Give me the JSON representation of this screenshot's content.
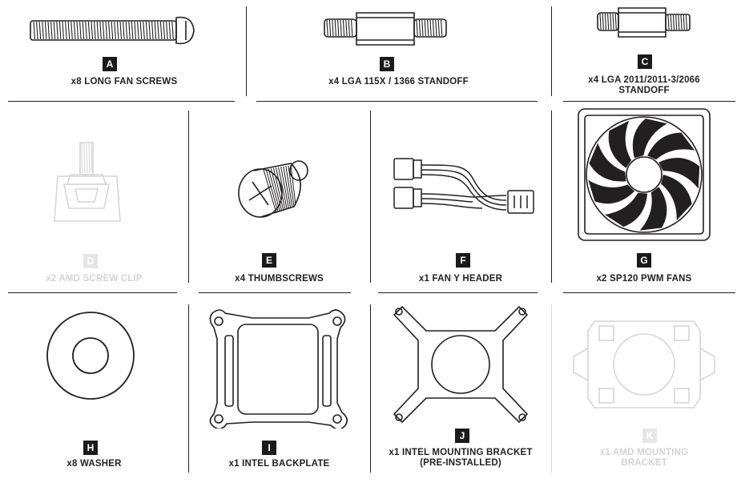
{
  "parts": [
    {
      "letter": "A",
      "label": "x8 LONG FAN SCREWS",
      "icon": "long-fan-screw-icon"
    },
    {
      "letter": "B",
      "label": "x4 LGA 115X / 1366 STANDOFF",
      "icon": "lga-115x-standoff-icon"
    },
    {
      "letter": "C",
      "label_lines": [
        "x4 LGA 2011/2011-3/2066",
        "STANDOFF"
      ],
      "icon": "lga-2011-standoff-icon"
    },
    {
      "letter": "D",
      "label": "x2 AMD SCREW CLIP",
      "icon": "amd-screw-clip-icon",
      "dimmed": true
    },
    {
      "letter": "E",
      "label": "x4 THUMBSCREWS",
      "icon": "thumbscrew-icon"
    },
    {
      "letter": "F",
      "label": "x1 FAN Y HEADER",
      "icon": "fan-y-header-icon"
    },
    {
      "letter": "G",
      "label": "x2 SP120 PWM FANS",
      "icon": "fan-icon"
    },
    {
      "letter": "H",
      "label": "x8 WASHER",
      "icon": "washer-icon"
    },
    {
      "letter": "I",
      "label": "x1 INTEL BACKPLATE",
      "icon": "intel-backplate-icon"
    },
    {
      "letter": "J",
      "label_lines": [
        "x1 INTEL MOUNTING BRACKET",
        "(PRE-INSTALLED)"
      ],
      "icon": "intel-mounting-bracket-icon"
    },
    {
      "letter": "K",
      "label_lines": [
        "x1 AMD MOUNTING",
        "BRACKET"
      ],
      "icon": "amd-mounting-bracket-icon",
      "dimmed": true
    }
  ],
  "colors": {
    "ink": "#231f20",
    "dimmed": "#d4d4d4",
    "badge": "#1a1a1a",
    "background": "#ffffff"
  }
}
